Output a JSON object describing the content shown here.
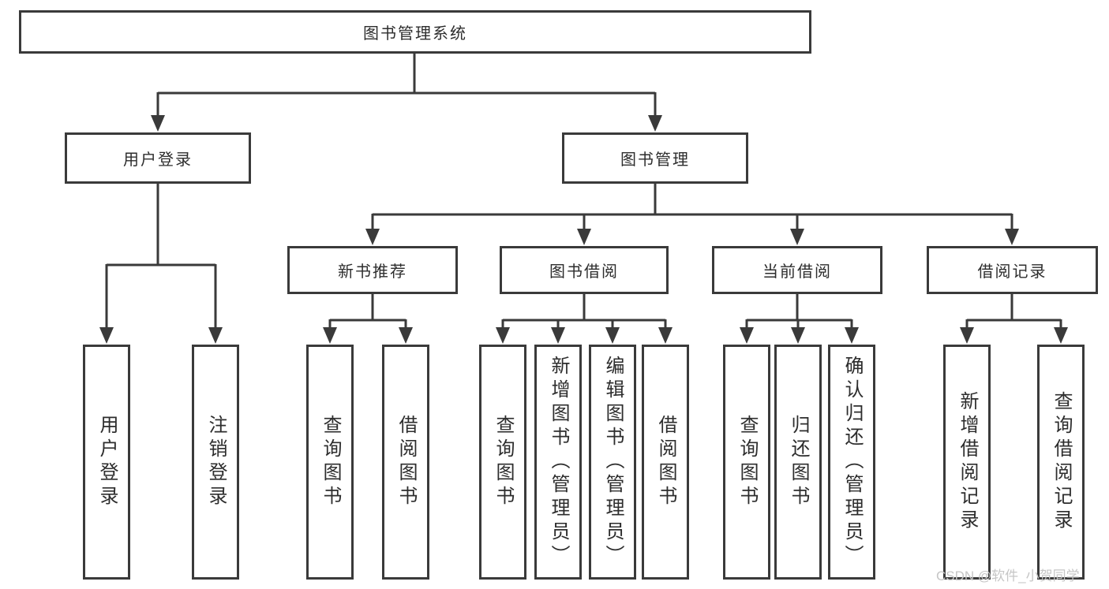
{
  "diagram": {
    "root": "图书管理系统",
    "level2": {
      "user_login": "用户登录",
      "book_mgmt": "图书管理"
    },
    "level3": {
      "new_books": "新书推荐",
      "book_borrow": "图书借阅",
      "current_borrow": "当前借阅",
      "borrow_records": "借阅记录"
    },
    "leaves": {
      "user_login": [
        "用户登录",
        "注销登录"
      ],
      "new_books": [
        "查询图书",
        "借阅图书"
      ],
      "book_borrow": [
        "查询图书",
        "新增图书（管理员）",
        "编辑图书（管理员）",
        "借阅图书"
      ],
      "current_borrow": [
        "查询图书",
        "归还图书",
        "确认归还（管理员）"
      ],
      "borrow_records": [
        "新增借阅记录",
        "查询借阅记录"
      ]
    }
  },
  "watermark": "CSDN @软件_小贺同学",
  "colors": {
    "line": "#3a3a3a",
    "text": "#2d2d2d",
    "watermark": "#c6c6c6",
    "background": "#ffffff"
  }
}
